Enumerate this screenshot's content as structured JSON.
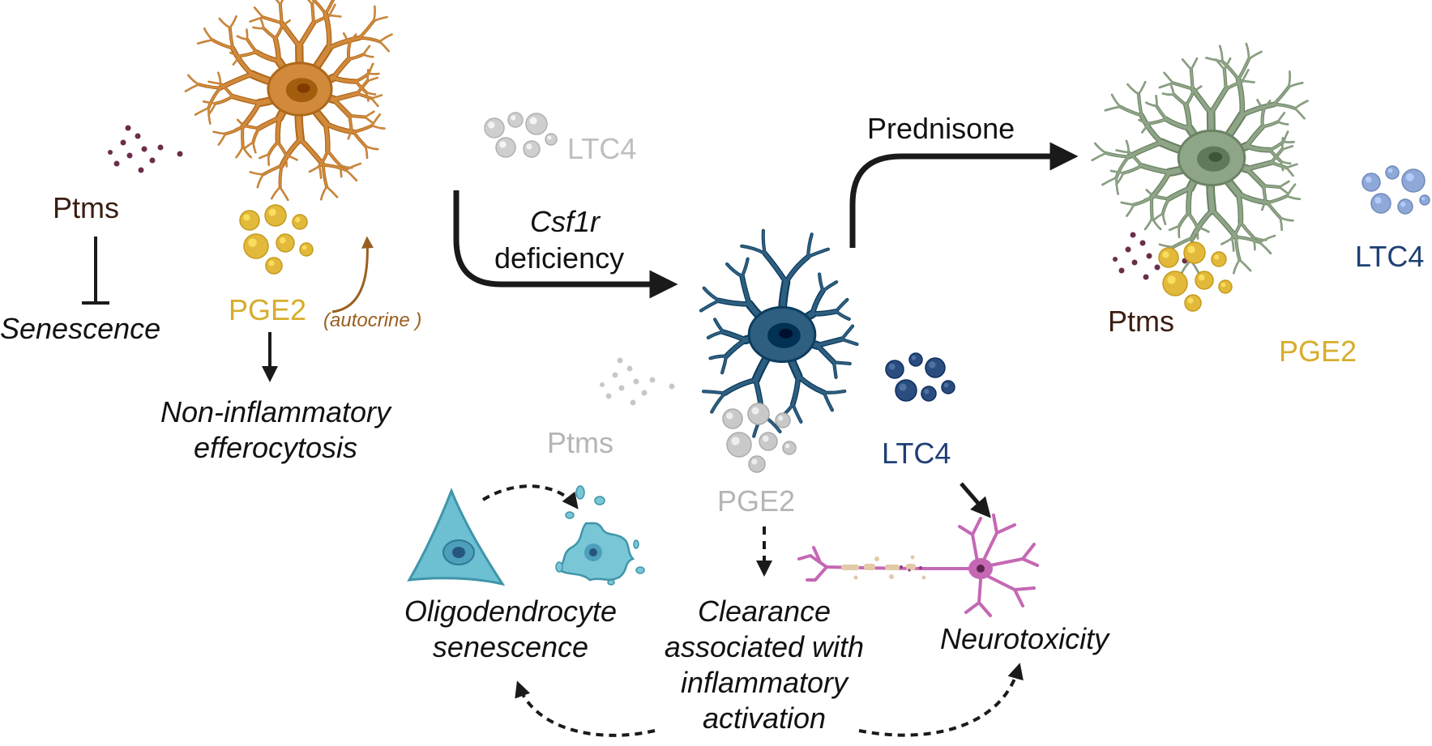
{
  "colors": {
    "microglia_homeostatic": "#D18A3C",
    "microglia_deficient": "#2F5F80",
    "microglia_prednisone": "#8FA587",
    "ptms": "#6B2E4A",
    "pge2": "#E2B93B",
    "ltc4_active": "#2B4C7E",
    "faded": "#B3B3B3",
    "oligodendrocyte": "#63B9CC",
    "neuron": "#C468B4",
    "arrow": "#1A1A1A"
  },
  "left": {
    "ptms": "Ptms",
    "senescence": "Senescence",
    "pge2": "PGE2",
    "autocrine": "(autocrine )",
    "efferocytosis_1": "Non-inflammatory",
    "efferocytosis_2": "efferocytosis",
    "ltc4": "LTC4"
  },
  "center": {
    "csf1r": "Csf1r",
    "deficiency": "deficiency",
    "ptms": "Ptms",
    "pge2": "PGE2",
    "ltc4": "LTC4"
  },
  "right": {
    "prednisone": "Prednisone",
    "ptms": "Ptms",
    "pge2": "PGE2",
    "ltc4": "LTC4"
  },
  "bottom": {
    "oligo_1": "Oligodendrocyte",
    "oligo_2": "senescence",
    "clearance_1": "Clearance",
    "clearance_2": "associated with",
    "clearance_3": "inflammatory",
    "clearance_4": "activation",
    "neurotoxicity": "Neurotoxicity"
  }
}
